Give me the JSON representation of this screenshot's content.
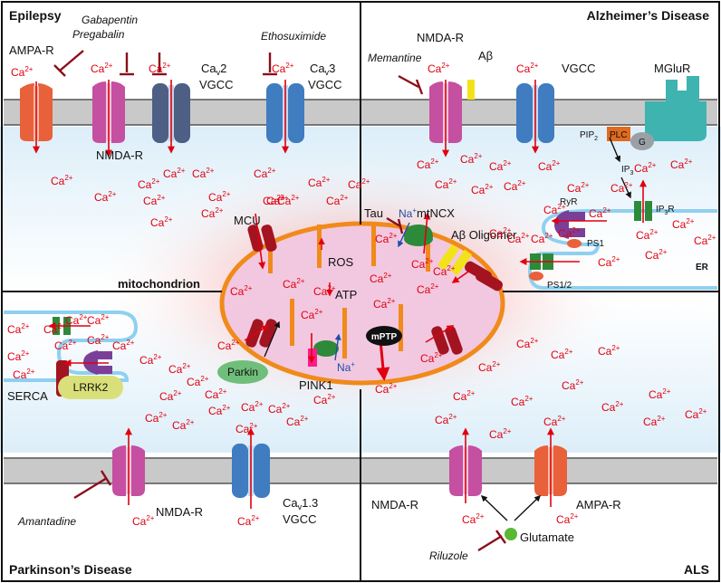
{
  "panels": {
    "epilepsy": "Epilepsy",
    "alzheimers": "Alzheimer’s Disease",
    "parkinsons": "Parkinson’s Disease",
    "als": "ALS"
  },
  "ion": {
    "ca": "Ca",
    "sup": "2+",
    "na": "Na",
    "na_sup": "+"
  },
  "epilepsy": {
    "ampa": "AMPA-R",
    "drug_gaba1": "Gabapentin",
    "drug_gaba2": "Pregabalin",
    "cav2_a": "Ca",
    "cav2_sub": "v",
    "cav2_b": "2",
    "cav2_c": "VGCC",
    "drug_etho": "Ethosuximide",
    "cav3_a": "Ca",
    "cav3_sub": "v",
    "cav3_b": "3",
    "cav3_c": "VGCC",
    "nmda": "NMDA-R"
  },
  "alzheimers": {
    "nmda": "NMDA-R",
    "drug_mem": "Memantine",
    "abeta": "Aβ",
    "vgcc": "VGCC",
    "mglur": "MGluR",
    "pip": "PIP",
    "pip_sub": "2",
    "plc": "PLC",
    "g": "G",
    "ip3": "IP",
    "ip3_sub": "3",
    "ip3r": "IP",
    "ip3r_sub": "3",
    "ip3r_end": "R",
    "ryr": "RyR",
    "ps1": "PS1",
    "ps12": "PS1/2",
    "er": "ER",
    "tau": "Tau",
    "mtncx": "mtNCX",
    "oligomer": "Aβ Oligomer"
  },
  "mito": {
    "label": "mitochondrion",
    "mcu": "MCU",
    "ros": "ROS",
    "atp": "ATP",
    "mptp": "mPTP",
    "parkin": "Parkin",
    "pink1": "PINK1"
  },
  "parkinsons": {
    "serca": "SERCA",
    "lrrk2": "LRRK2",
    "drug_aman": "Amantadine",
    "nmda": "NMDA-R",
    "cav13_a": "Ca",
    "cav13_sub": "v",
    "cav13_b": "1.3",
    "cav13_c": "VGCC"
  },
  "als": {
    "nmda": "NMDA-R",
    "ampa": "AMPA-R",
    "glutamate": "Glutamate",
    "drug_ril": "Riluzole"
  },
  "colors": {
    "ampa": "#e8613a",
    "nmda": "#c54fa0",
    "cav2": "#4e5f86",
    "vgcc": "#3f7cc0",
    "mglur": "#3fb3b0",
    "plc": "#e06a1f",
    "ryr": "#7b3f98",
    "ip3r": "#2d8a3a",
    "mcu": "#a31420",
    "mito_fill": "#f2c8e0",
    "mito_edge": "#f08a1a",
    "parkin": "#6fbf7a",
    "lrrk2": "#d9e07a",
    "glutamate": "#5ab834",
    "calcium": "#e0000f",
    "membrane": "#c9c9c9"
  }
}
